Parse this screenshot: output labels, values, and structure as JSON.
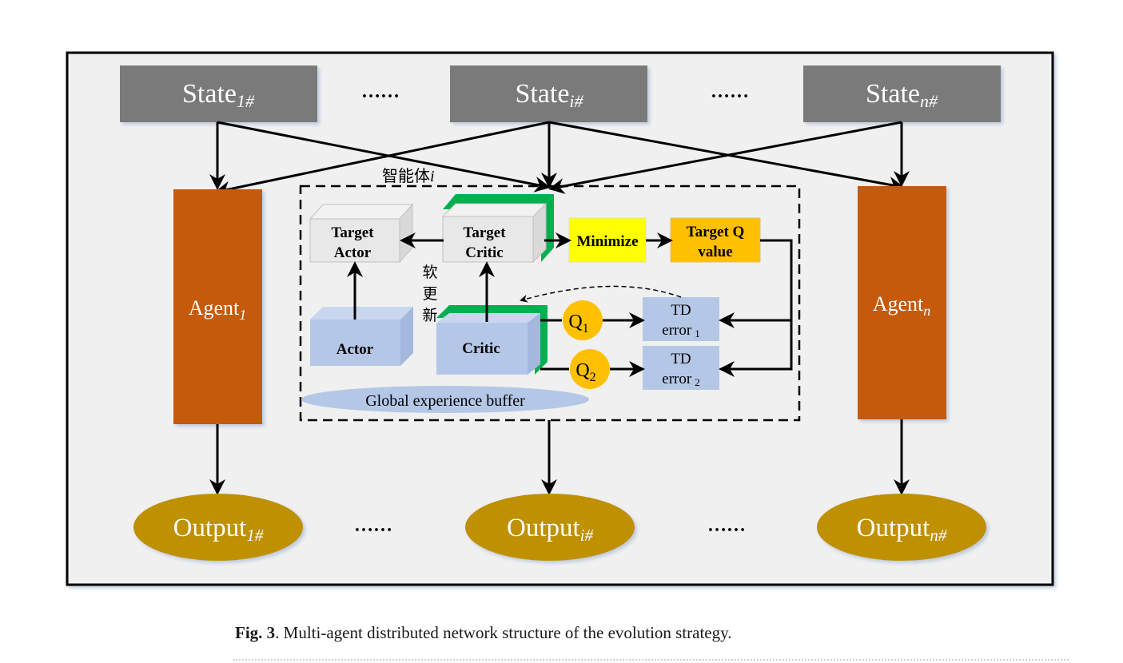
{
  "diagram": {
    "states": [
      {
        "base": "State",
        "sub": "1#"
      },
      {
        "base": "State",
        "sub": "i#"
      },
      {
        "base": "State",
        "sub": "n#"
      }
    ],
    "ellipsis": "……",
    "agents": [
      {
        "base": "Agent",
        "sub": "1"
      },
      {
        "base": "Agent",
        "sub": "n"
      }
    ],
    "outputs": [
      {
        "base": "Output",
        "sub": "1#"
      },
      {
        "base": "Output",
        "sub": "i#"
      },
      {
        "base": "Output",
        "sub": "n#"
      }
    ],
    "agent_i_label": {
      "text": "智能体",
      "var": "i"
    },
    "target_actor": [
      "Target",
      "Actor"
    ],
    "target_critic": [
      "Target",
      "Critic"
    ],
    "minimize": "Minimize",
    "target_q": [
      "Target Q",
      "value"
    ],
    "soft_update": [
      "软",
      "更",
      "新"
    ],
    "actor": "Actor",
    "critic": "Critic",
    "q1": {
      "base": "Q",
      "sub": "1"
    },
    "q2": {
      "base": "Q",
      "sub": "2"
    },
    "td1": {
      "line1": "TD",
      "line2": "error",
      "sub": "1"
    },
    "td2": {
      "line1": "TD",
      "line2": "error",
      "sub": "2"
    },
    "buffer": "Global experience buffer"
  },
  "caption": {
    "label": "Fig. 3",
    "text": ".  Multi-agent distributed network structure of the evolution strategy."
  },
  "colors": {
    "state_fill": "#7a7a7a",
    "agent_fill": "#c55a11",
    "output_fill": "#bf9000",
    "panel_fill": "#f0f0f0",
    "light_box": "#e8e8e8",
    "blue_box": "#b4c7e7",
    "green_edge": "#00b050",
    "minimize_fill": "#ffff00",
    "target_q_fill": "#ffc000",
    "q_circle": "#ffc000",
    "buffer_fill": "#b4c7e7"
  }
}
